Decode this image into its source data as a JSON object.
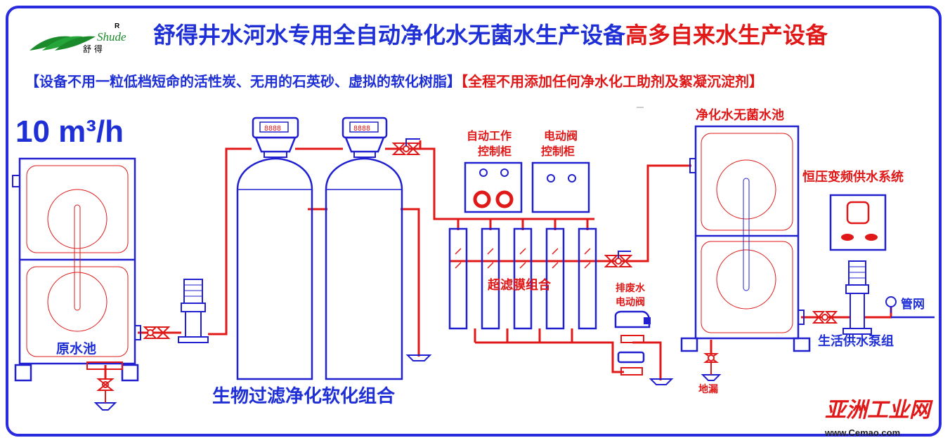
{
  "header": {
    "logo_brand": "Shude",
    "logo_mark": "R",
    "logo_cn": "舒 得",
    "title_blue": "舒得井水河水专用全自动净化水无菌水生产设备",
    "title_red": "高多自来水生产设备"
  },
  "subtitle": {
    "blue": "【设备不用一粒低档短命的活性炭、无用的石英砂、虚拟的软化树脂】",
    "red": "【全程不用添加任何净水化工助剂及絮凝沉淀剂】"
  },
  "capacity": "10 m³/h",
  "labels": {
    "raw_tank": "原水池",
    "filter_group": "生物过滤净化软化组合",
    "auto_cabinet_line1": "自动工作",
    "auto_cabinet_line2": "控制柜",
    "valve_cabinet_line1": "电动阀",
    "valve_cabinet_line2": "控制柜",
    "uf_group": "超滤膜组合",
    "drain_valve_line1": "排废水",
    "drain_valve_line2": "电动阀",
    "clean_tank": "净化水无菌水池",
    "const_pressure": "恒压变频供水系统",
    "pipe_network": "管网",
    "pump_group": "生活供水泵组",
    "floor_drain": "地漏"
  },
  "displays": {
    "left": "8888",
    "right": "8888"
  },
  "watermark": {
    "cn": "亚洲工业网",
    "url": "www.Cemao.com"
  },
  "colors": {
    "frame": "#2a2adf",
    "equipment": "#2020d0",
    "pipe": "#e01818",
    "title_blue": "#1f2fd6",
    "title_red": "#e01818"
  }
}
